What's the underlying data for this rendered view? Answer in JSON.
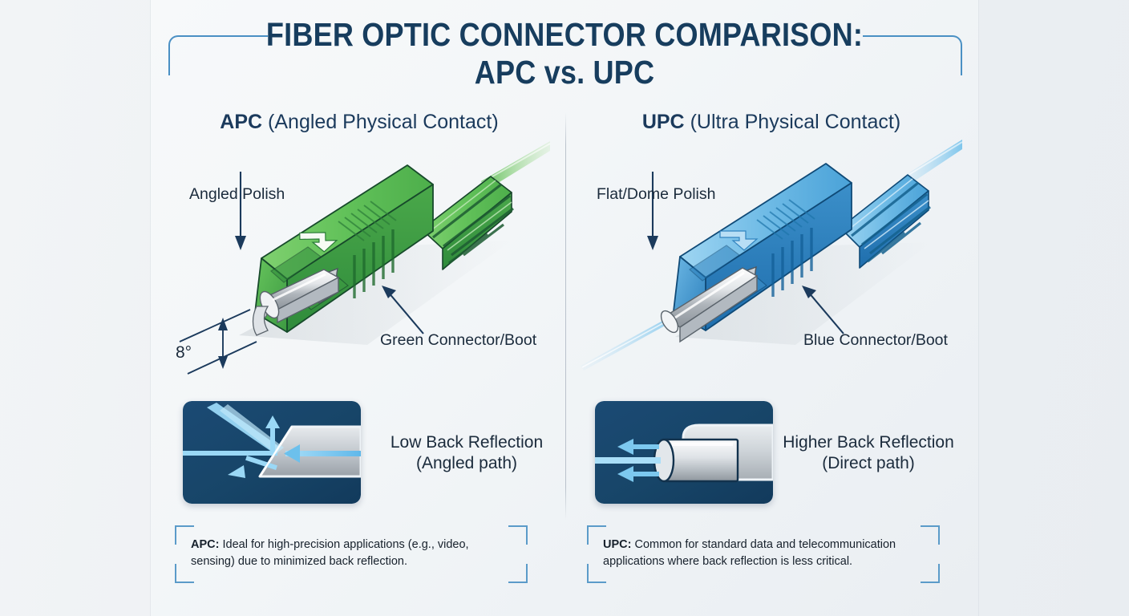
{
  "title": {
    "line1": "FIBER OPTIC CONNECTOR COMPARISON:",
    "line2": "APC vs. UPC"
  },
  "colors": {
    "title_navy": "#173d5e",
    "bracket_blue": "#4a90c4",
    "apc_green": "#4fae4f",
    "upc_blue": "#2f8ecb",
    "panel_navy": "#17456e",
    "beam_blue": "#8fd0f5"
  },
  "columns": [
    {
      "id": "apc",
      "abbr": "APC",
      "expansion": "(Angled Physical Contact)",
      "annotations": {
        "polish": "Angled Polish",
        "angle": "8°",
        "boot": "Green Connector/Boot"
      },
      "reflection": {
        "caption_line1": "Low Back Reflection",
        "caption_line2": "(Angled path)"
      },
      "footnote": {
        "label": "APC:",
        "text": " Ideal for high-precision applications (e.g., video, sensing) due to minimized back reflection."
      }
    },
    {
      "id": "upc",
      "abbr": "UPC",
      "expansion": "(Ultra Physical Contact)",
      "annotations": {
        "polish": "Flat/Dome Polish",
        "boot": "Blue Connector/Boot"
      },
      "reflection": {
        "caption_line1": "Higher Back Reflection",
        "caption_line2": "(Direct path)"
      },
      "footnote": {
        "label": "UPC:",
        "text": " Common for standard data and telecommunication applications where back reflection is less critical."
      }
    }
  ]
}
